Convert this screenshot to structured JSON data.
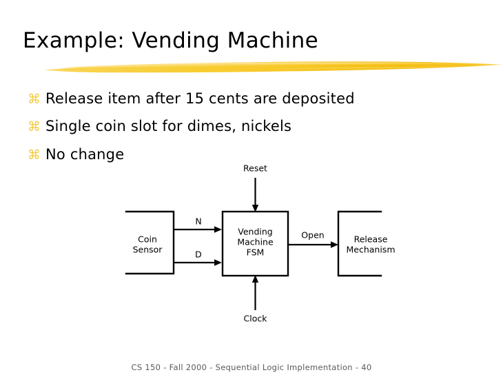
{
  "slide": {
    "title": "Example: Vending Machine",
    "accent_color": "#F5C220",
    "bullet_glyph_color": "#F2CB41",
    "text_color": "#000000",
    "background_color": "#FFFFFF",
    "footer": "CS 150 - Fall  2000 - Sequential Logic Implementation - 40",
    "footer_color": "#5A5A5A"
  },
  "bullets": [
    {
      "glyph": "⌘",
      "glyph_name": "clover-bullet-icon",
      "text": "Release item after 15 cents are deposited"
    },
    {
      "glyph": "⌘",
      "glyph_name": "clover-bullet-icon",
      "text": "Single coin slot for dimes, nickels"
    },
    {
      "glyph": "⌘",
      "glyph_name": "clover-bullet-icon",
      "text": "No change"
    }
  ],
  "diagram": {
    "blocks": {
      "coin_sensor": {
        "line1": "Coin",
        "line2": "Sensor"
      },
      "fsm": {
        "line1": "Vending",
        "line2": "Machine",
        "line3": "FSM"
      },
      "release": {
        "line1": "Release",
        "line2": "Mechanism"
      }
    },
    "signals": {
      "reset": "Reset",
      "clock": "Clock",
      "nickel": "N",
      "dime": "D",
      "open": "Open"
    }
  }
}
